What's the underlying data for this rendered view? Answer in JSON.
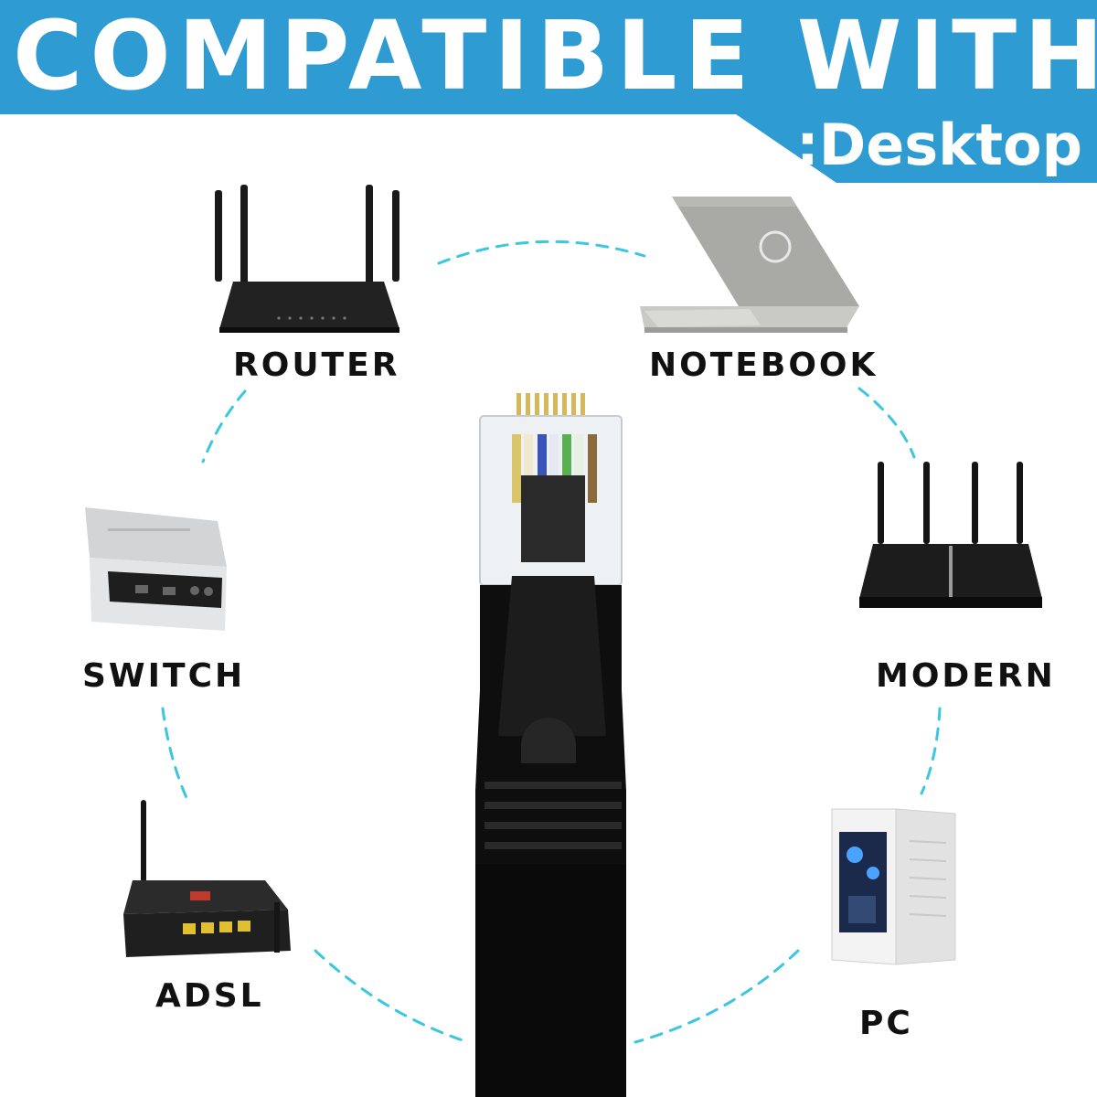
{
  "banner": {
    "title": "COMPATIBLE WITH",
    "subtitle": ":Desktop",
    "color": "#2e9bd3"
  },
  "devices": [
    {
      "label": "ROUTER",
      "icon": "router-icon"
    },
    {
      "label": "NOTEBOOK",
      "icon": "laptop-icon"
    },
    {
      "label": "SWITCH",
      "icon": "switch-icon"
    },
    {
      "label": "MODERN",
      "icon": "modem-icon"
    },
    {
      "label": "ADSL",
      "icon": "adsl-modem-icon"
    },
    {
      "label": "PC",
      "icon": "pc-tower-icon"
    }
  ],
  "center": {
    "icon": "ethernet-cable-icon"
  },
  "colors": {
    "dash": "#3cc7e0",
    "label": "#111111"
  }
}
